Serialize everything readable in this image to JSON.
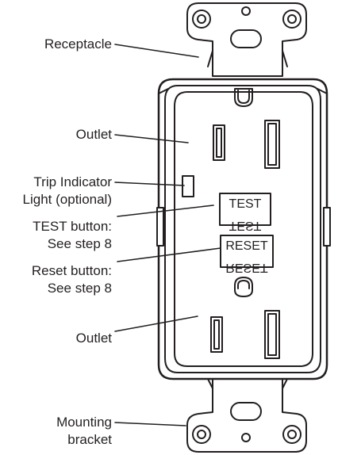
{
  "labels": {
    "receptacle": "Receptacle",
    "outlet_top": "Outlet",
    "trip_indicator_line1": "Trip Indicator",
    "trip_indicator_line2": "Light (optional)",
    "test_button_line1": "TEST button:",
    "test_button_line2": "See step 8",
    "reset_button_line1": "Reset button:",
    "reset_button_line2": "See step 8",
    "outlet_bottom": "Outlet",
    "mounting_bracket_line1": "Mounting",
    "mounting_bracket_line2": "bracket"
  },
  "buttons": {
    "test_label": "TEST",
    "test_mirrored": "TEST",
    "reset_label": "RESET",
    "reset_mirrored": "RESET"
  },
  "colors": {
    "line": "#231f20",
    "background": "#ffffff"
  }
}
